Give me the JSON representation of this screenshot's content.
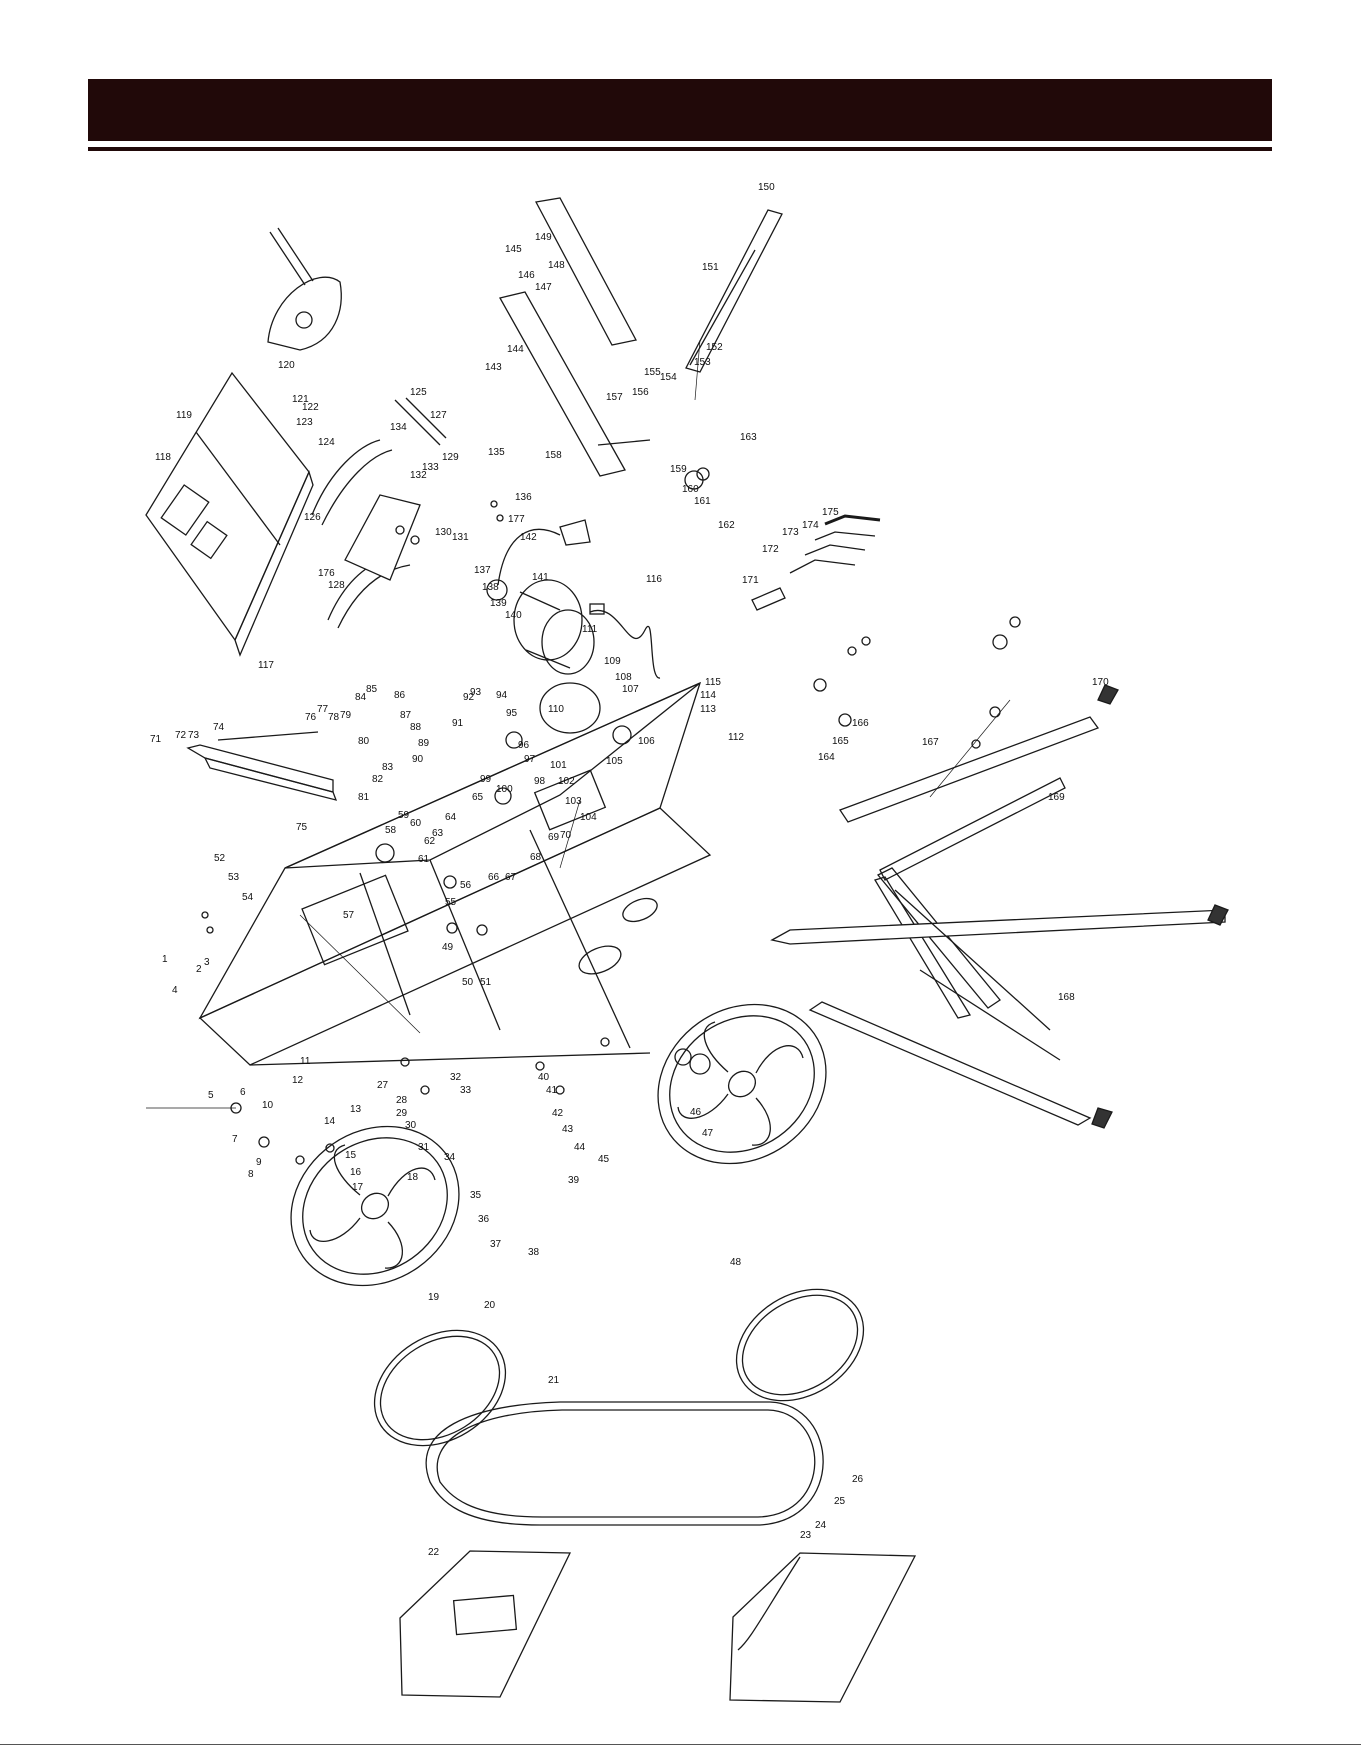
{
  "header": {
    "title": "",
    "bar_color": "#210909"
  },
  "diagram": {
    "labels": [
      {
        "id": "1",
        "text": "1"
      },
      {
        "id": "2",
        "text": "2"
      },
      {
        "id": "3",
        "text": "3"
      },
      {
        "id": "4",
        "text": "4"
      },
      {
        "id": "5",
        "text": "5"
      },
      {
        "id": "6",
        "text": "6"
      },
      {
        "id": "7",
        "text": "7"
      },
      {
        "id": "8",
        "text": "8"
      },
      {
        "id": "9",
        "text": "9"
      },
      {
        "id": "10",
        "text": "10"
      },
      {
        "id": "11",
        "text": "11"
      },
      {
        "id": "12",
        "text": "12"
      },
      {
        "id": "13",
        "text": "13"
      },
      {
        "id": "14",
        "text": "14"
      },
      {
        "id": "15",
        "text": "15"
      },
      {
        "id": "16",
        "text": "16"
      },
      {
        "id": "17",
        "text": "17"
      },
      {
        "id": "18",
        "text": "18"
      },
      {
        "id": "19",
        "text": "19"
      },
      {
        "id": "20",
        "text": "20"
      },
      {
        "id": "21",
        "text": "21"
      },
      {
        "id": "22",
        "text": "22"
      },
      {
        "id": "23",
        "text": "23"
      },
      {
        "id": "24",
        "text": "24"
      },
      {
        "id": "25",
        "text": "25"
      },
      {
        "id": "26",
        "text": "26"
      },
      {
        "id": "27",
        "text": "27"
      },
      {
        "id": "28",
        "text": "28"
      },
      {
        "id": "29",
        "text": "29"
      },
      {
        "id": "30",
        "text": "30"
      },
      {
        "id": "31",
        "text": "31"
      },
      {
        "id": "32",
        "text": "32"
      },
      {
        "id": "33",
        "text": "33"
      },
      {
        "id": "34",
        "text": "34"
      },
      {
        "id": "35",
        "text": "35"
      },
      {
        "id": "36",
        "text": "36"
      },
      {
        "id": "37",
        "text": "37"
      },
      {
        "id": "38",
        "text": "38"
      },
      {
        "id": "39",
        "text": "39"
      },
      {
        "id": "40",
        "text": "40"
      },
      {
        "id": "41",
        "text": "41"
      },
      {
        "id": "42",
        "text": "42"
      },
      {
        "id": "43",
        "text": "43"
      },
      {
        "id": "44",
        "text": "44"
      },
      {
        "id": "45",
        "text": "45"
      },
      {
        "id": "46",
        "text": "46"
      },
      {
        "id": "47",
        "text": "47"
      },
      {
        "id": "48",
        "text": "48"
      },
      {
        "id": "49",
        "text": "49"
      },
      {
        "id": "50",
        "text": "50"
      },
      {
        "id": "51",
        "text": "51"
      },
      {
        "id": "52",
        "text": "52"
      },
      {
        "id": "53",
        "text": "53"
      },
      {
        "id": "54",
        "text": "54"
      },
      {
        "id": "55",
        "text": "55"
      },
      {
        "id": "56",
        "text": "56"
      },
      {
        "id": "57",
        "text": "57"
      },
      {
        "id": "58",
        "text": "58"
      },
      {
        "id": "59",
        "text": "59"
      },
      {
        "id": "60",
        "text": "60"
      },
      {
        "id": "61",
        "text": "61"
      },
      {
        "id": "62",
        "text": "62"
      },
      {
        "id": "63",
        "text": "63"
      },
      {
        "id": "64",
        "text": "64"
      },
      {
        "id": "65",
        "text": "65"
      },
      {
        "id": "66",
        "text": "66"
      },
      {
        "id": "67",
        "text": "67"
      },
      {
        "id": "68",
        "text": "68"
      },
      {
        "id": "69",
        "text": "69"
      },
      {
        "id": "70",
        "text": "70"
      },
      {
        "id": "71",
        "text": "71"
      },
      {
        "id": "72",
        "text": "72"
      },
      {
        "id": "73",
        "text": "73"
      },
      {
        "id": "74",
        "text": "74"
      },
      {
        "id": "75",
        "text": "75"
      },
      {
        "id": "76",
        "text": "76"
      },
      {
        "id": "77",
        "text": "77"
      },
      {
        "id": "78",
        "text": "78"
      },
      {
        "id": "79",
        "text": "79"
      },
      {
        "id": "80",
        "text": "80"
      },
      {
        "id": "81",
        "text": "81"
      },
      {
        "id": "82",
        "text": "82"
      },
      {
        "id": "83",
        "text": "83"
      },
      {
        "id": "84",
        "text": "84"
      },
      {
        "id": "85",
        "text": "85"
      },
      {
        "id": "86",
        "text": "86"
      },
      {
        "id": "87",
        "text": "87"
      },
      {
        "id": "88",
        "text": "88"
      },
      {
        "id": "89",
        "text": "89"
      },
      {
        "id": "90",
        "text": "90"
      },
      {
        "id": "91",
        "text": "91"
      },
      {
        "id": "92",
        "text": "92"
      },
      {
        "id": "93",
        "text": "93"
      },
      {
        "id": "94",
        "text": "94"
      },
      {
        "id": "95",
        "text": "95"
      },
      {
        "id": "96",
        "text": "96"
      },
      {
        "id": "97",
        "text": "97"
      },
      {
        "id": "98",
        "text": "98"
      },
      {
        "id": "99",
        "text": "99"
      },
      {
        "id": "100",
        "text": "100"
      },
      {
        "id": "101",
        "text": "101"
      },
      {
        "id": "102",
        "text": "102"
      },
      {
        "id": "103",
        "text": "103"
      },
      {
        "id": "104",
        "text": "104"
      },
      {
        "id": "105",
        "text": "105"
      },
      {
        "id": "106",
        "text": "106"
      },
      {
        "id": "107",
        "text": "107"
      },
      {
        "id": "108",
        "text": "108"
      },
      {
        "id": "109",
        "text": "109"
      },
      {
        "id": "110",
        "text": "110"
      },
      {
        "id": "111",
        "text": "111"
      },
      {
        "id": "112",
        "text": "112"
      },
      {
        "id": "113",
        "text": "113"
      },
      {
        "id": "114",
        "text": "114"
      },
      {
        "id": "115",
        "text": "115"
      },
      {
        "id": "116",
        "text": "116"
      },
      {
        "id": "117",
        "text": "117"
      },
      {
        "id": "118",
        "text": "118"
      },
      {
        "id": "119",
        "text": "119"
      },
      {
        "id": "120",
        "text": "120"
      },
      {
        "id": "121",
        "text": "121"
      },
      {
        "id": "122",
        "text": "122"
      },
      {
        "id": "123",
        "text": "123"
      },
      {
        "id": "124",
        "text": "124"
      },
      {
        "id": "125",
        "text": "125"
      },
      {
        "id": "126",
        "text": "126"
      },
      {
        "id": "127",
        "text": "127"
      },
      {
        "id": "128",
        "text": "128"
      },
      {
        "id": "129",
        "text": "129"
      },
      {
        "id": "130",
        "text": "130"
      },
      {
        "id": "131",
        "text": "131"
      },
      {
        "id": "132",
        "text": "132"
      },
      {
        "id": "133",
        "text": "133"
      },
      {
        "id": "134",
        "text": "134"
      },
      {
        "id": "135",
        "text": "135"
      },
      {
        "id": "136",
        "text": "136"
      },
      {
        "id": "137",
        "text": "137"
      },
      {
        "id": "138",
        "text": "138"
      },
      {
        "id": "139",
        "text": "139"
      },
      {
        "id": "140",
        "text": "140"
      },
      {
        "id": "141",
        "text": "141"
      },
      {
        "id": "142",
        "text": "142"
      },
      {
        "id": "143",
        "text": "143"
      },
      {
        "id": "144",
        "text": "144"
      },
      {
        "id": "145",
        "text": "145"
      },
      {
        "id": "146",
        "text": "146"
      },
      {
        "id": "147",
        "text": "147"
      },
      {
        "id": "148",
        "text": "148"
      },
      {
        "id": "149",
        "text": "149"
      },
      {
        "id": "150",
        "text": "150"
      },
      {
        "id": "151",
        "text": "151"
      },
      {
        "id": "152",
        "text": "152"
      },
      {
        "id": "153",
        "text": "153"
      },
      {
        "id": "154",
        "text": "154"
      },
      {
        "id": "155",
        "text": "155"
      },
      {
        "id": "156",
        "text": "156"
      },
      {
        "id": "157",
        "text": "157"
      },
      {
        "id": "158",
        "text": "158"
      },
      {
        "id": "159",
        "text": "159"
      },
      {
        "id": "160",
        "text": "160"
      },
      {
        "id": "161",
        "text": "161"
      },
      {
        "id": "162",
        "text": "162"
      },
      {
        "id": "163",
        "text": "163"
      },
      {
        "id": "164",
        "text": "164"
      },
      {
        "id": "165",
        "text": "165"
      },
      {
        "id": "166",
        "text": "166"
      },
      {
        "id": "167",
        "text": "167"
      },
      {
        "id": "168",
        "text": "168"
      },
      {
        "id": "169",
        "text": "169"
      },
      {
        "id": "170",
        "text": "170"
      },
      {
        "id": "171",
        "text": "171"
      },
      {
        "id": "172",
        "text": "172"
      },
      {
        "id": "173",
        "text": "173"
      },
      {
        "id": "174",
        "text": "174"
      },
      {
        "id": "175",
        "text": "175"
      },
      {
        "id": "176",
        "text": "176"
      },
      {
        "id": "177",
        "text": "177"
      }
    ]
  }
}
